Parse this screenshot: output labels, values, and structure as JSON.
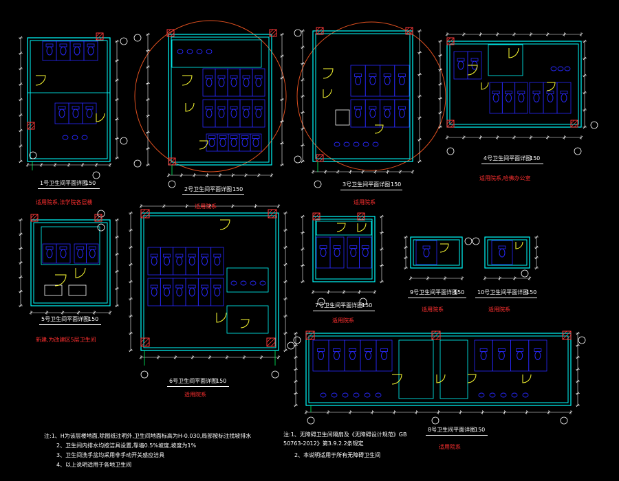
{
  "colors": {
    "bg": "#000000",
    "wall": "#00ffff",
    "fixture": "#2828ff",
    "dim": "#ffffff",
    "door": "#ffff33",
    "axis": "#00ff66",
    "text_red": "#ff3030",
    "circle": "#e05020",
    "column": "#ff3a3a"
  },
  "plans": [
    {
      "title": "1号卫生间平面详图",
      "scale": "150",
      "note": "适用院系,法学院各层楼"
    },
    {
      "title": "2号卫生间平面详图",
      "scale": "150",
      "note": "适用院系"
    },
    {
      "title": "3号卫生间平面详图",
      "scale": "150",
      "note": "适用院系"
    },
    {
      "title": "4号卫生间平面详图",
      "scale": "150",
      "note": "适用院系,哈佛办公室"
    },
    {
      "title": "5号卫生间平面详图",
      "scale": "150",
      "note": "新建,为改建区5层卫生间"
    },
    {
      "title": "6号卫生间平面详图",
      "scale": "150",
      "note": "适用院系"
    },
    {
      "title": "7号卫生间平面详图",
      "scale": "150",
      "note": "适用院系"
    },
    {
      "title": "9号卫生间平面详图",
      "scale": "150",
      "note": "适用院系"
    },
    {
      "title": "10号卫生间平面详图",
      "scale": "150",
      "note": "适用院系"
    },
    {
      "title": "8号卫生间平面详图",
      "scale": "150",
      "note": "适用院系"
    }
  ],
  "notes_left": [
    "注:1、H为该层楼地面,除图纸注明外,卫生间地面标高为H-0.030,局部按标注找坡排水",
    "2、卫生间内排水均按洁具设置,靠墙0.5%坡度,坡度为1%",
    "3、卫生间洗手盆均采用非手动开关感应洁具",
    "4、以上说明适用于各地卫生间"
  ],
  "notes_right": [
    "注:1、无障碍卫生间隔扇及《无障碍设计规范》GB 50763-2012》第3.9.2.2条规定",
    "2、本说明适用于所有无障碍卫生间"
  ]
}
